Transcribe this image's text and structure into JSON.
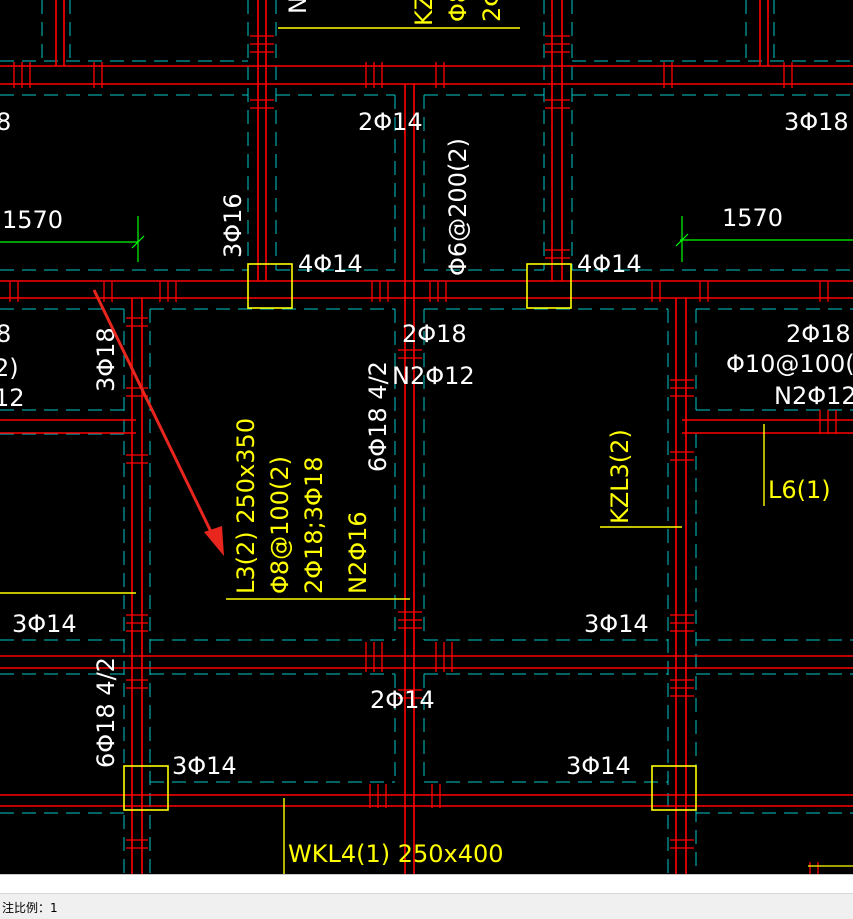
{
  "drawing": {
    "top_marks": [
      "N",
      "KZ",
      "Φ8",
      "2Φ"
    ],
    "texts": {
      "t_2f14_top": "2Φ14",
      "t_3f18_tr": "3Φ18",
      "t_8_left": "8",
      "t_1570_left": "1570",
      "t_1570_right": "1570",
      "t_3f16": "3Φ16",
      "t_4f14_a": "4Φ14",
      "t_f6": "Φ6@200(2)",
      "t_4f14_b": "4Φ14",
      "t_8_left2": "8",
      "t_2_left": "2)",
      "t_12_left": "12",
      "t_3f18_v": "3Φ18",
      "t_2f18_mid": "2Φ18",
      "t_n2f12_mid": "N2Φ12",
      "t_6f18_v": "6Φ18 4/2",
      "t_2f18_right": "2Φ18",
      "t_f10_right": "Φ10@100(2",
      "t_n2f12_right": "N2Φ12",
      "t_kzl3": "KZL3(2)",
      "t_l6": "L6(1)",
      "t_l3_line1": "L3(2) 250x350",
      "t_l3_line2": "Φ8@100(2)",
      "t_l3_line3": "2Φ18;3Φ18",
      "t_l3_line4": "N2Φ16",
      "t_3f14_left": "3Φ14",
      "t_3f14_mid": "3Φ14",
      "t_2f14_lower": "2Φ14",
      "t_6f18_v2": "6Φ18 4/2",
      "t_3f14_low_a": "3Φ14",
      "t_3f14_low_b": "3Φ14",
      "t_wkl4": "WKL4(1) 250x400"
    }
  },
  "colors": {
    "background": "#000000",
    "beam_line": "#ff0000",
    "dashed_line": "#00c8c8",
    "text_white": "#ffffff",
    "text_yellow": "#ffff00",
    "dim_green": "#00ff00",
    "arrow": "#e8261e"
  },
  "status_bar": {
    "scale_label": "注比例：1"
  }
}
